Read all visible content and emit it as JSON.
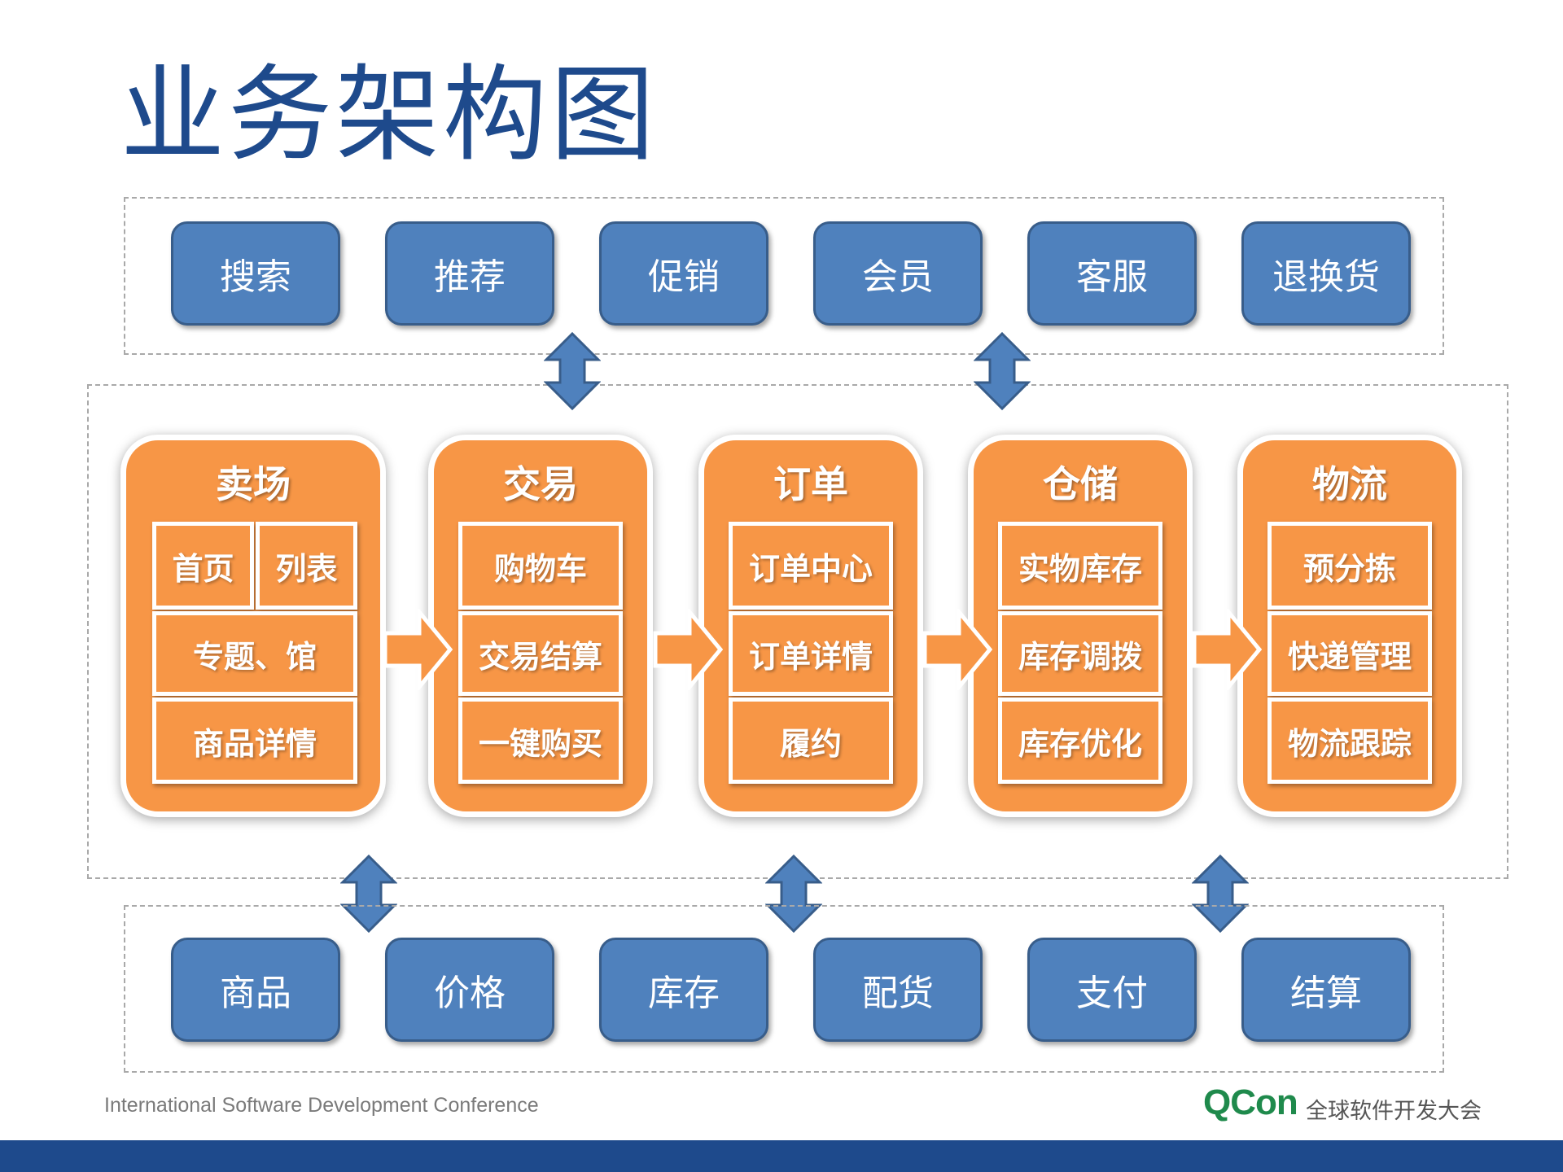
{
  "title": "业务架构图",
  "top_services": [
    "搜索",
    "推荐",
    "促销",
    "会员",
    "客服",
    "退换货"
  ],
  "bottom_services": [
    "商品",
    "价格",
    "库存",
    "配货",
    "支付",
    "结算"
  ],
  "modules": {
    "mall": {
      "title": "卖场",
      "items": [
        "首页",
        "列表",
        "专题、馆",
        "商品详情"
      ]
    },
    "trade": {
      "title": "交易",
      "items": [
        "购物车",
        "交易结算",
        "一键购买"
      ]
    },
    "order": {
      "title": "订单",
      "items": [
        "订单中心",
        "订单详情",
        "履约"
      ]
    },
    "warehouse": {
      "title": "仓储",
      "items": [
        "实物库存",
        "库存调拨",
        "库存优化"
      ]
    },
    "logistics": {
      "title": "物流",
      "items": [
        "预分拣",
        "快递管理",
        "物流跟踪"
      ]
    }
  },
  "footer": {
    "conference": "International Software Development Conference",
    "brand": "QCon",
    "brand_sub": "全球软件开发大会"
  },
  "colors": {
    "title": "#1e4a8c",
    "blue_box": "#4f81bd",
    "orange_box": "#f79646",
    "arrow": "#4f81bd",
    "brand": "#1f8a4c",
    "footer_bar": "#1e4a8c"
  }
}
